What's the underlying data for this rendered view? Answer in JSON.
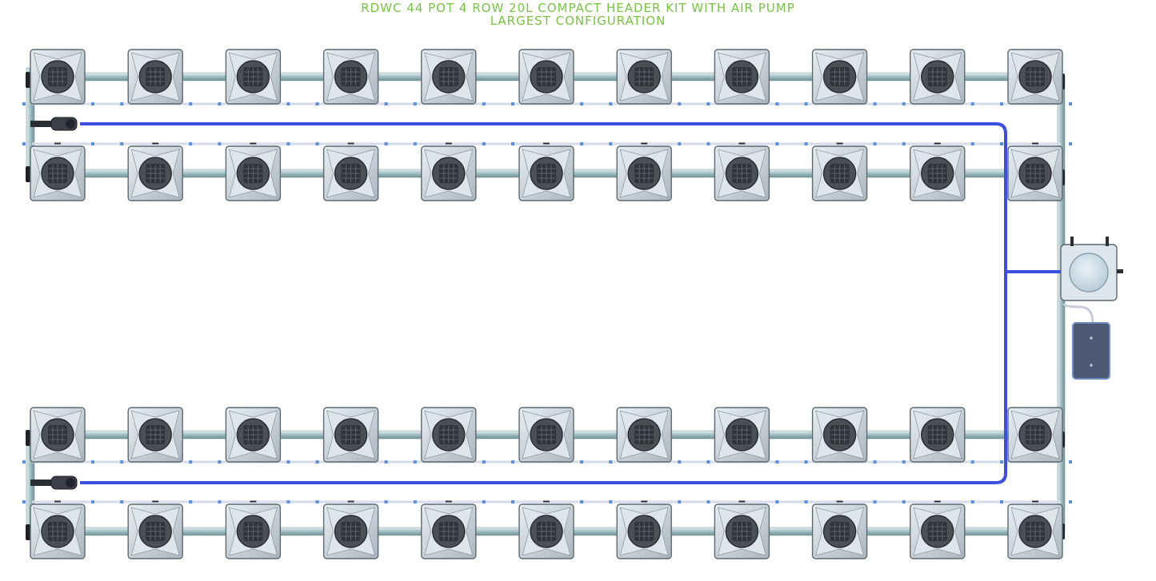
{
  "title": {
    "line1": "RDWC 44 POT 4 ROW 20L COMPACT HEADER KIT WITH AIR PUMP",
    "line2": "LARGEST CONFIGURATION"
  },
  "layout": {
    "rows": 4,
    "pots_per_row": 11,
    "total_pots": 44,
    "components": [
      "grow-pot",
      "header-tank",
      "air-pump",
      "air-line",
      "water-pipe",
      "valve"
    ]
  },
  "colors": {
    "title": "#76c442",
    "air_line": "#3d4fe0",
    "pipe": "#a9c4c8",
    "pot_body": "#c9d3da",
    "pot_lid": "#3b4044",
    "pump": "#4b5a72",
    "pump_border": "#6d8cc7"
  }
}
